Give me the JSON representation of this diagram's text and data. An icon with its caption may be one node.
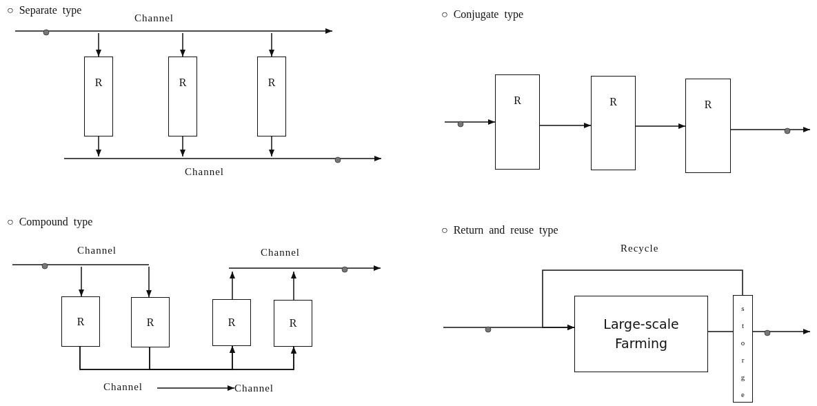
{
  "diagram": {
    "nodes": [
      {
        "text": [
          "Channel"
        ]
      },
      {
        "text": [
          "R"
        ]
      },
      {
        "text": [
          "R"
        ]
      },
      {
        "text": [
          "R"
        ]
      },
      {
        "text": [
          "Channel"
        ]
      },
      {
        "text": [
          "R"
        ]
      },
      {
        "text": [
          "R"
        ]
      },
      {
        "text": [
          "R"
        ]
      },
      {
        "text": [
          "Channel"
        ]
      },
      {
        "text": [
          "R"
        ]
      },
      {
        "text": [
          "R"
        ]
      },
      {
        "text": [
          "R"
        ]
      },
      {
        "text": [
          "R"
        ]
      },
      {
        "text": [
          "Channel"
        ]
      },
      {
        "text": [
          "Channel"
        ]
      },
      {
        "text": [
          "Channel"
        ]
      },
      {
        "text": [
          "Large-scale Farming"
        ]
      },
      {
        "text": [
          "storge"
        ]
      }
    ],
    "edges": [
      {
        "from": 0,
        "to": 1,
        "arrow": "to"
      },
      {
        "from": 0,
        "to": 2,
        "arrow": "to"
      },
      {
        "from": 0,
        "to": 3,
        "arrow": "to"
      },
      {
        "from": 1,
        "to": 4,
        "arrow": "to"
      },
      {
        "from": 2,
        "to": 4,
        "arrow": "to"
      },
      {
        "from": 3,
        "to": 4,
        "arrow": "to"
      },
      {
        "from": null,
        "to": 5,
        "arrow": "to"
      },
      {
        "from": 5,
        "to": 6,
        "arrow": "to"
      },
      {
        "from": 6,
        "to": 7,
        "arrow": "to"
      },
      {
        "from": 7,
        "to": null,
        "arrow": "to"
      },
      {
        "from": 8,
        "to": 9,
        "arrow": "to"
      },
      {
        "from": 8,
        "to": 10,
        "arrow": "to"
      },
      {
        "from": 9,
        "to": 11,
        "arrow": "to"
      },
      {
        "from": 9,
        "to": 12,
        "arrow": "to"
      },
      {
        "from": 10,
        "to": 11,
        "arrow": "to"
      },
      {
        "from": 10,
        "to": 12,
        "arrow": "to"
      },
      {
        "from": 11,
        "to": 13,
        "arrow": "to"
      },
      {
        "from": 12,
        "to": 13,
        "arrow": "to"
      },
      {
        "from": 14,
        "to": 15,
        "arrow": "to"
      },
      {
        "from": null,
        "to": 16,
        "arrow": "to"
      },
      {
        "from": 16,
        "to": 17,
        "arrow": "none"
      },
      {
        "from": 17,
        "to": null,
        "arrow": "to"
      },
      {
        "from": 17,
        "to": 16,
        "arrow": "to",
        "label": "Recycle"
      }
    ],
    "labels": [
      "○ Separate type",
      "○ Conjugate type",
      "○ Compound type",
      "○ Return and reuse type"
    ]
  }
}
